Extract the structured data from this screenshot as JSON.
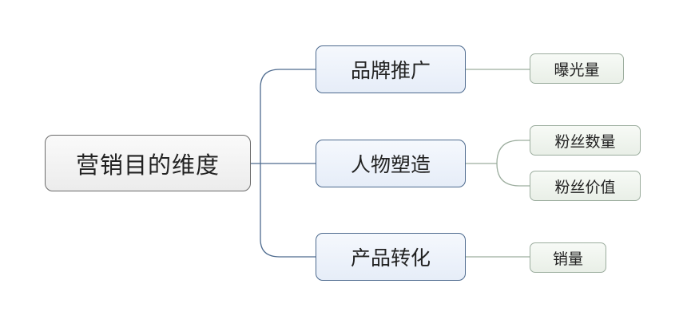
{
  "mindmap": {
    "root": "营销目的维度",
    "branches": [
      {
        "label": "品牌推广",
        "leaves": [
          "曝光量"
        ]
      },
      {
        "label": "人物塑造",
        "leaves": [
          "粉丝数量",
          "粉丝价值"
        ]
      },
      {
        "label": "产品转化",
        "leaves": [
          "销量"
        ]
      }
    ]
  }
}
